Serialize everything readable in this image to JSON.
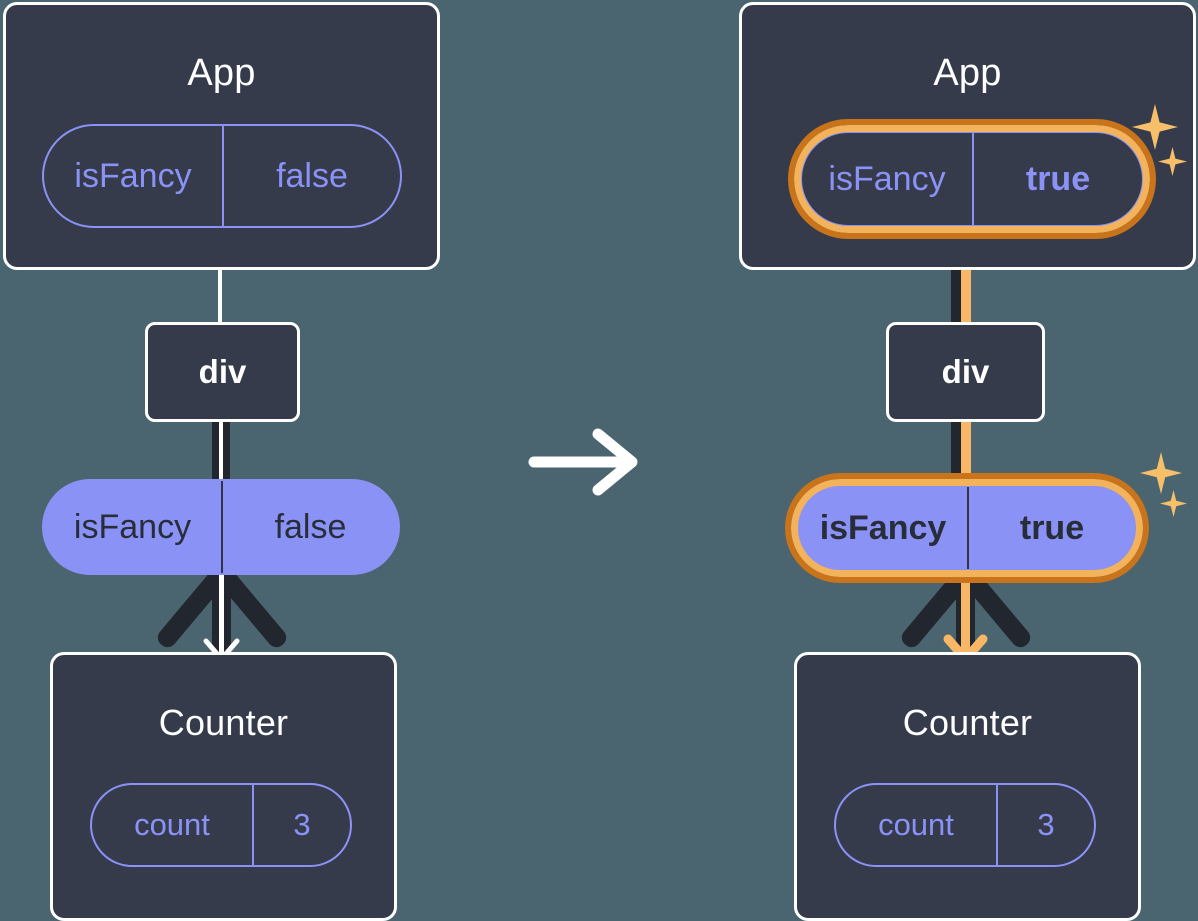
{
  "diagram": {
    "title": "react-state-update-tree",
    "background_color": "#4a656f",
    "box_fill": "#353b4a",
    "box_border": "#ffffff",
    "pill_purple": "#8b92f6",
    "highlight_orange_outer": "#c9741a",
    "highlight_orange_inner": "#f2b35c",
    "arrow_dark": "#22262f",
    "arrow_orange": "#f8b766",
    "sparkle_color": "#f8bf6b"
  },
  "before": {
    "app": {
      "title": "App",
      "state_pill": {
        "name": "isFancy",
        "value": "false",
        "highlighted": false,
        "style": "outline"
      }
    },
    "div": {
      "label": "div"
    },
    "prop_pill": {
      "name": "isFancy",
      "value": "false",
      "highlighted": false,
      "style": "filled"
    },
    "counter": {
      "title": "Counter",
      "state_pill": {
        "name": "count",
        "value": "3",
        "highlighted": false,
        "style": "outline"
      }
    }
  },
  "transition": {
    "icon": "right-arrow-icon"
  },
  "after": {
    "app": {
      "title": "App",
      "state_pill": {
        "name": "isFancy",
        "value": "true",
        "highlighted": true,
        "style": "outline"
      }
    },
    "div": {
      "label": "div"
    },
    "prop_pill": {
      "name": "isFancy",
      "value": "true",
      "highlighted": true,
      "style": "filled"
    },
    "counter": {
      "title": "Counter",
      "state_pill": {
        "name": "count",
        "value": "3",
        "highlighted": false,
        "style": "outline"
      }
    }
  }
}
